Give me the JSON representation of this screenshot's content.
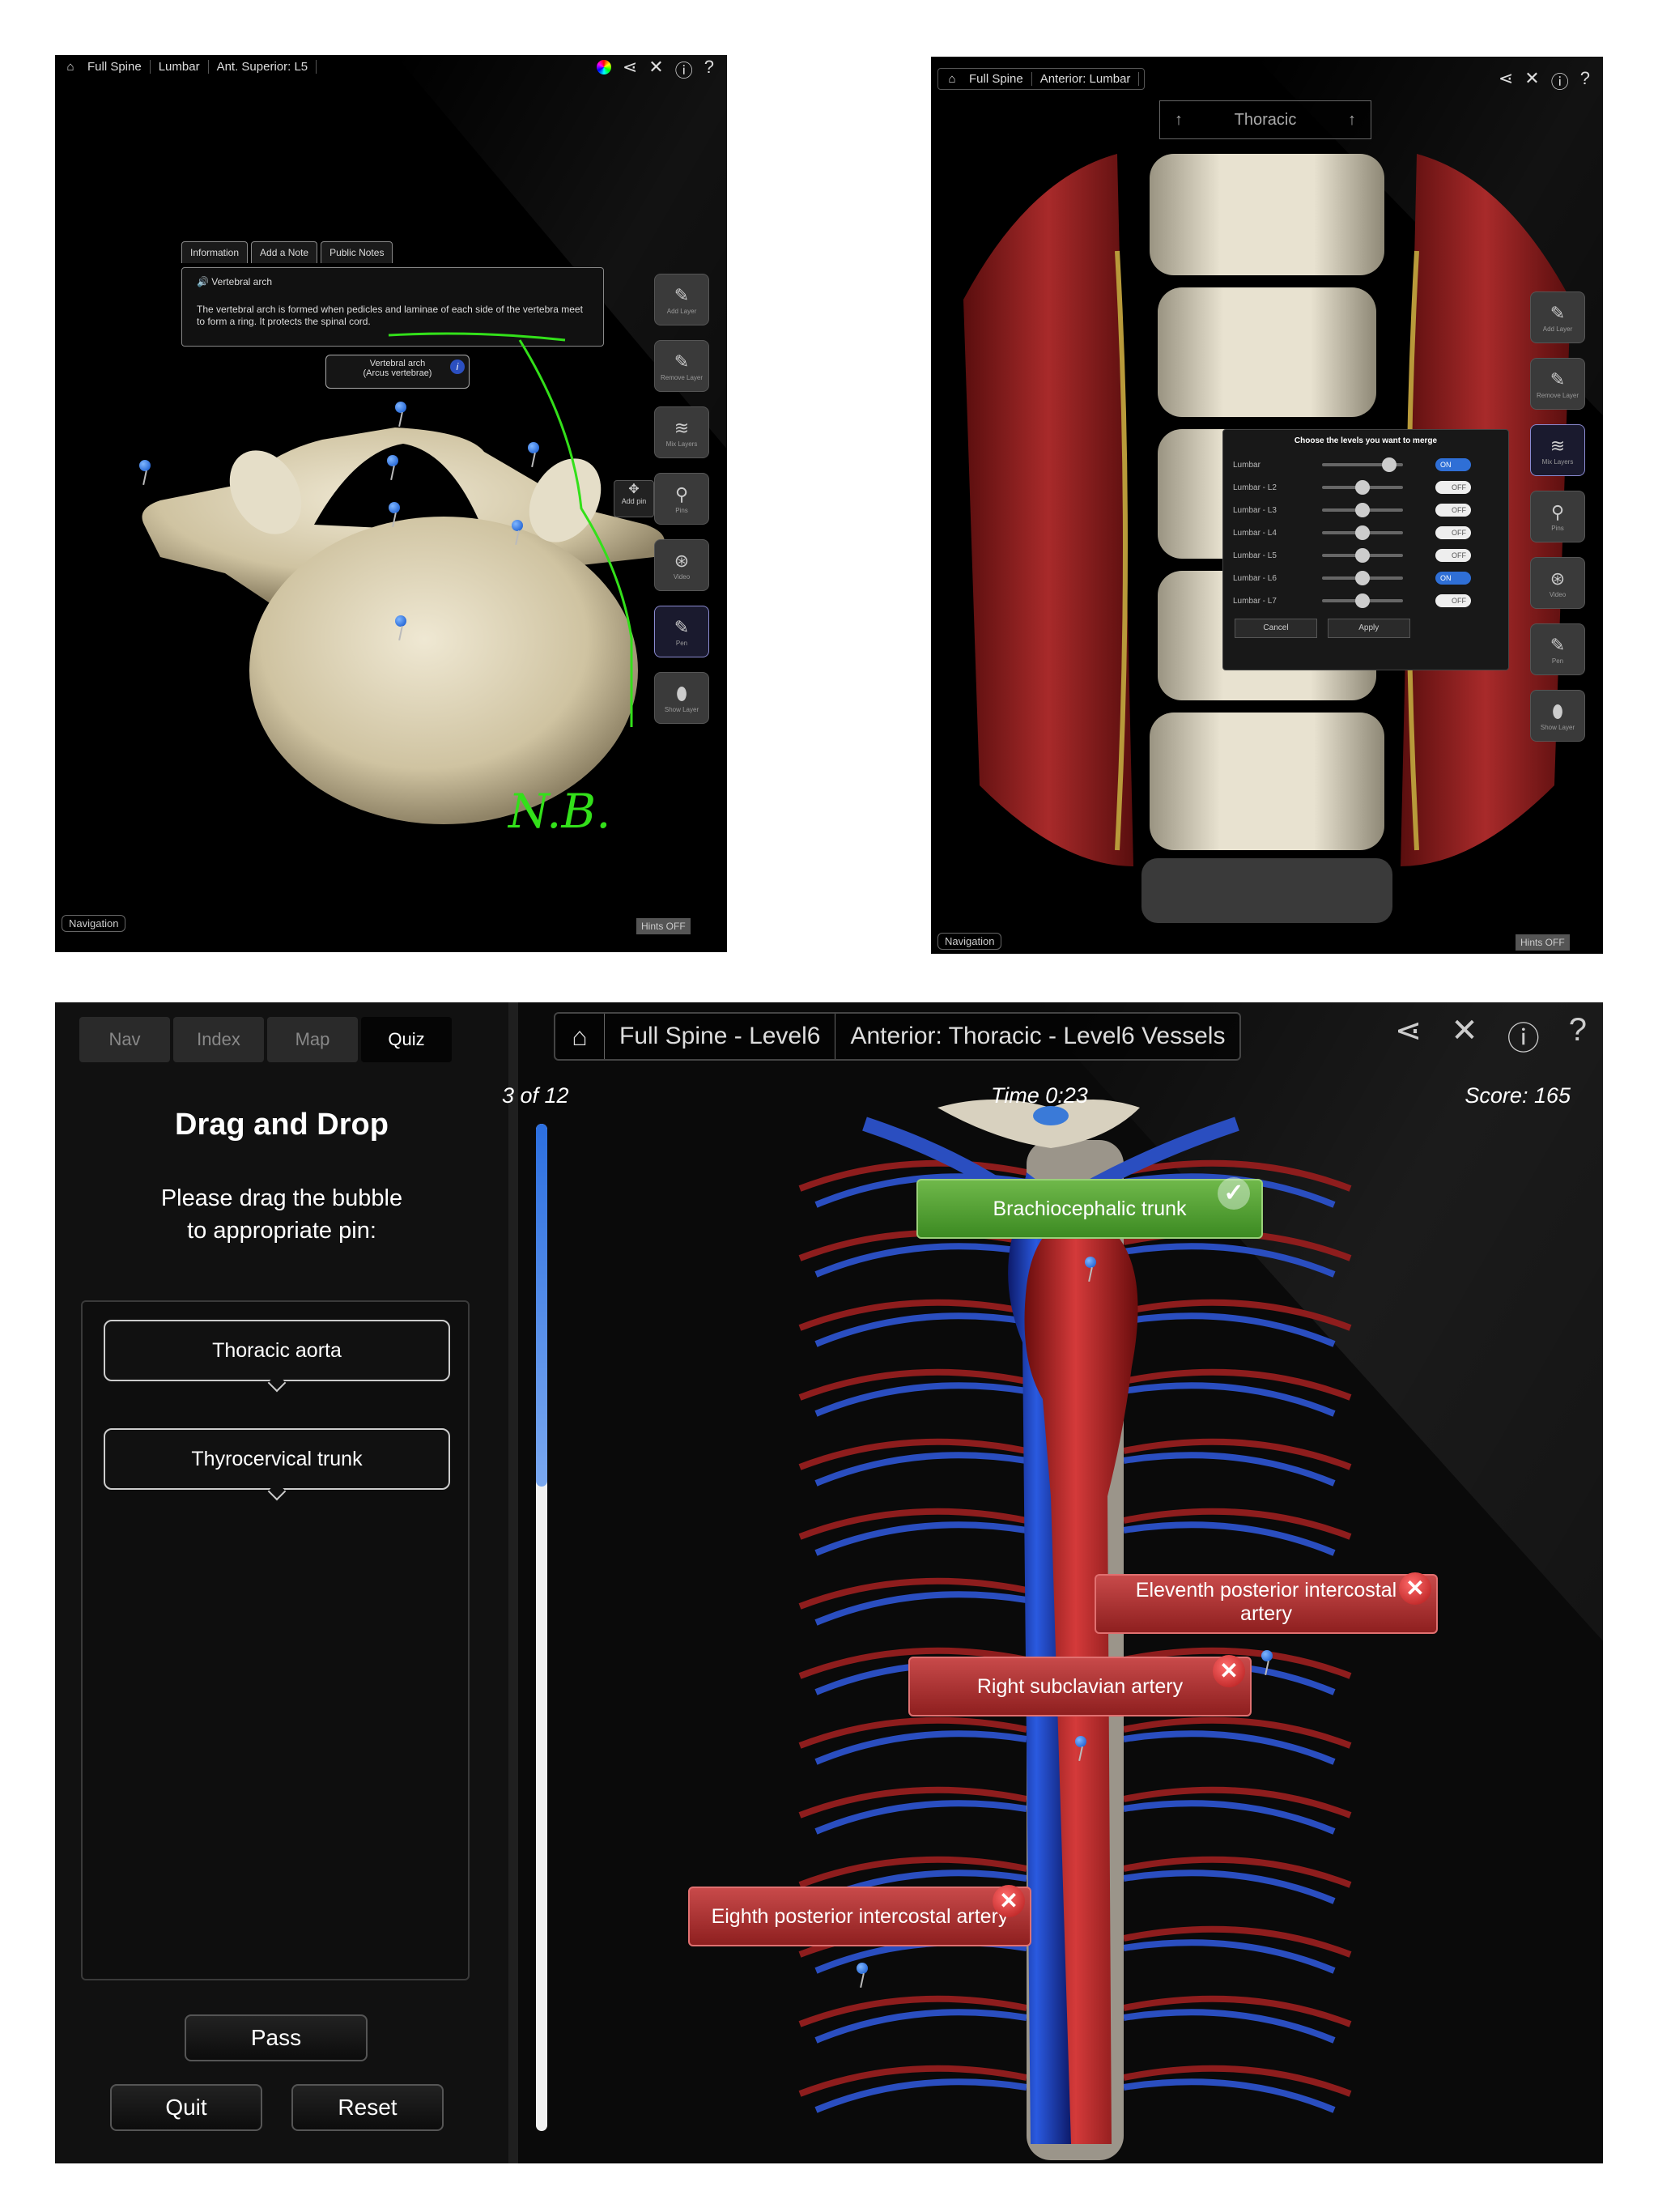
{
  "panel1": {
    "breadcrumb": [
      "Full Spine",
      "Lumbar",
      "Ant. Superior: L5"
    ],
    "info_tabs": [
      "Information",
      "Add a Note",
      "Public Notes"
    ],
    "info_heading": "Vertebral arch",
    "info_text": "The vertebral arch is formed when pedicles and laminae of each side of the vertebra meet to form a ring. It protects the spinal cord.",
    "bubble_name": "Vertebral arch",
    "bubble_latin": "(Arcus vertebrae)",
    "add_pin_label": "Add pin",
    "handwriting": "N.B.",
    "navigation_label": "Navigation",
    "hints_label": "Hints OFF",
    "tools": [
      "Add Layer",
      "Remove Layer",
      "Mix Layers",
      "Pins",
      "Video",
      "Pen",
      "Show Layer"
    ]
  },
  "panel2": {
    "breadcrumb": [
      "Full Spine",
      "Anterior: Lumbar"
    ],
    "region_label": "Thoracic",
    "dialog_title": "Choose the levels you want to merge",
    "levels": [
      {
        "label": "Lumbar",
        "state": "ON",
        "slider": 0.9,
        "on": true
      },
      {
        "label": "Lumbar - L2",
        "state": "OFF",
        "slider": 0.5,
        "on": false
      },
      {
        "label": "Lumbar - L3",
        "state": "OFF",
        "slider": 0.5,
        "on": false
      },
      {
        "label": "Lumbar - L4",
        "state": "OFF",
        "slider": 0.5,
        "on": false
      },
      {
        "label": "Lumbar - L5",
        "state": "OFF",
        "slider": 0.5,
        "on": false
      },
      {
        "label": "Lumbar - L6",
        "state": "ON",
        "slider": 0.5,
        "on": true
      },
      {
        "label": "Lumbar - L7",
        "state": "OFF",
        "slider": 0.5,
        "on": false
      }
    ],
    "cancel_label": "Cancel",
    "apply_label": "Apply",
    "navigation_label": "Navigation",
    "hints_label": "Hints OFF",
    "tools": [
      "Add Layer",
      "Remove Layer",
      "Mix Layers",
      "Pins",
      "Video",
      "Pen",
      "Show Layer"
    ]
  },
  "panel3": {
    "tabs": [
      "Nav",
      "Index",
      "Map",
      "Quiz"
    ],
    "active_tab": "Quiz",
    "title": "Drag and Drop",
    "instruction_line1": "Please drag the bubble",
    "instruction_line2": "to appropriate pin:",
    "bubbles": [
      "Thoracic aorta",
      "Thyrocervical trunk"
    ],
    "pass_label": "Pass",
    "quit_label": "Quit",
    "reset_label": "Reset",
    "breadcrumb": [
      "Full Spine - Level6",
      "Anterior: Thoracic - Level6 Vessels"
    ],
    "progress": "3 of 12",
    "time": "Time 0:23",
    "score": "Score: 165",
    "labels": {
      "correct": "Brachiocephalic trunk",
      "wrong1_line1": "Eleventh posterior intercostal",
      "wrong1_line2": "artery",
      "wrong2": "Right subclavian artery",
      "wrong3": "Eighth posterior intercostal artery"
    },
    "scroll_progress": 0.36
  }
}
